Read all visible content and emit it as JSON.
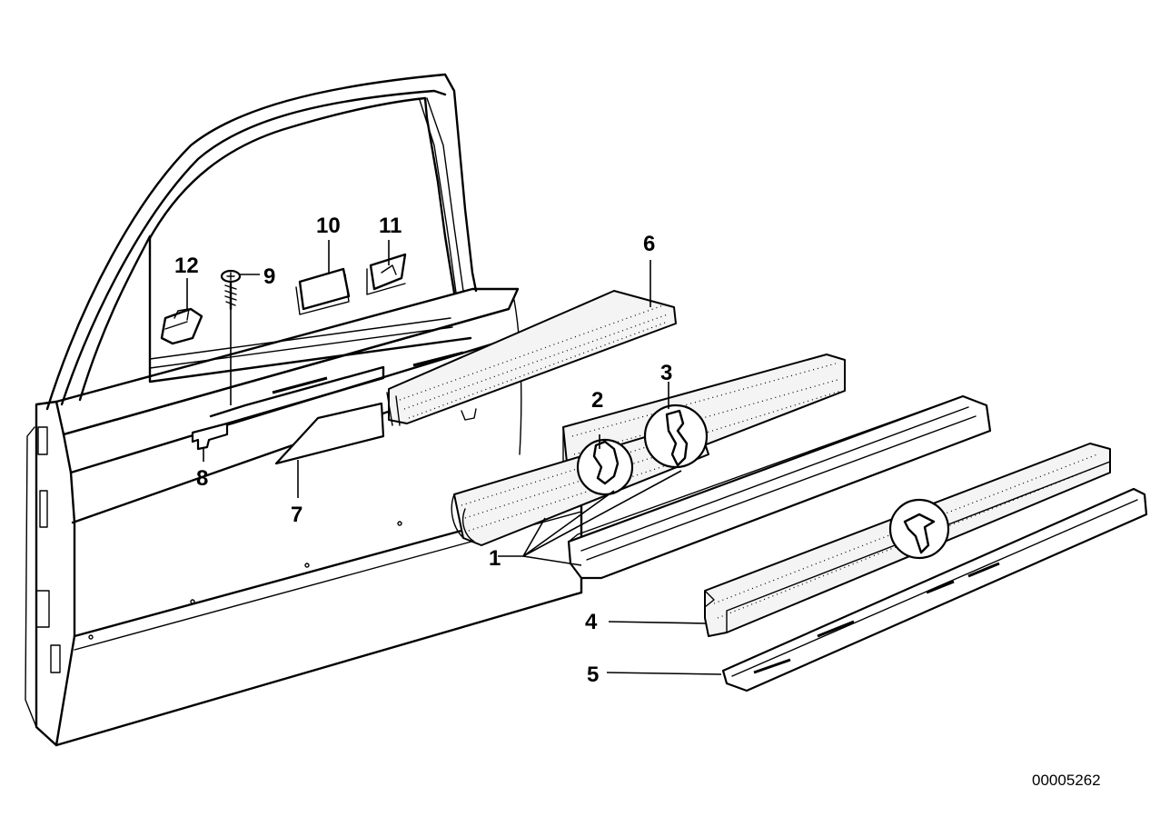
{
  "diagram": {
    "document_number": "00005262",
    "callouts": [
      {
        "id": "c1",
        "text": "1"
      },
      {
        "id": "c2",
        "text": "2"
      },
      {
        "id": "c3",
        "text": "3"
      },
      {
        "id": "c4",
        "text": "4"
      },
      {
        "id": "c5",
        "text": "5"
      },
      {
        "id": "c6",
        "text": "6"
      },
      {
        "id": "c7",
        "text": "7"
      },
      {
        "id": "c8",
        "text": "8"
      },
      {
        "id": "c9",
        "text": "9"
      },
      {
        "id": "c10",
        "text": "10"
      },
      {
        "id": "c11",
        "text": "11"
      },
      {
        "id": "c12",
        "text": "12"
      }
    ]
  }
}
